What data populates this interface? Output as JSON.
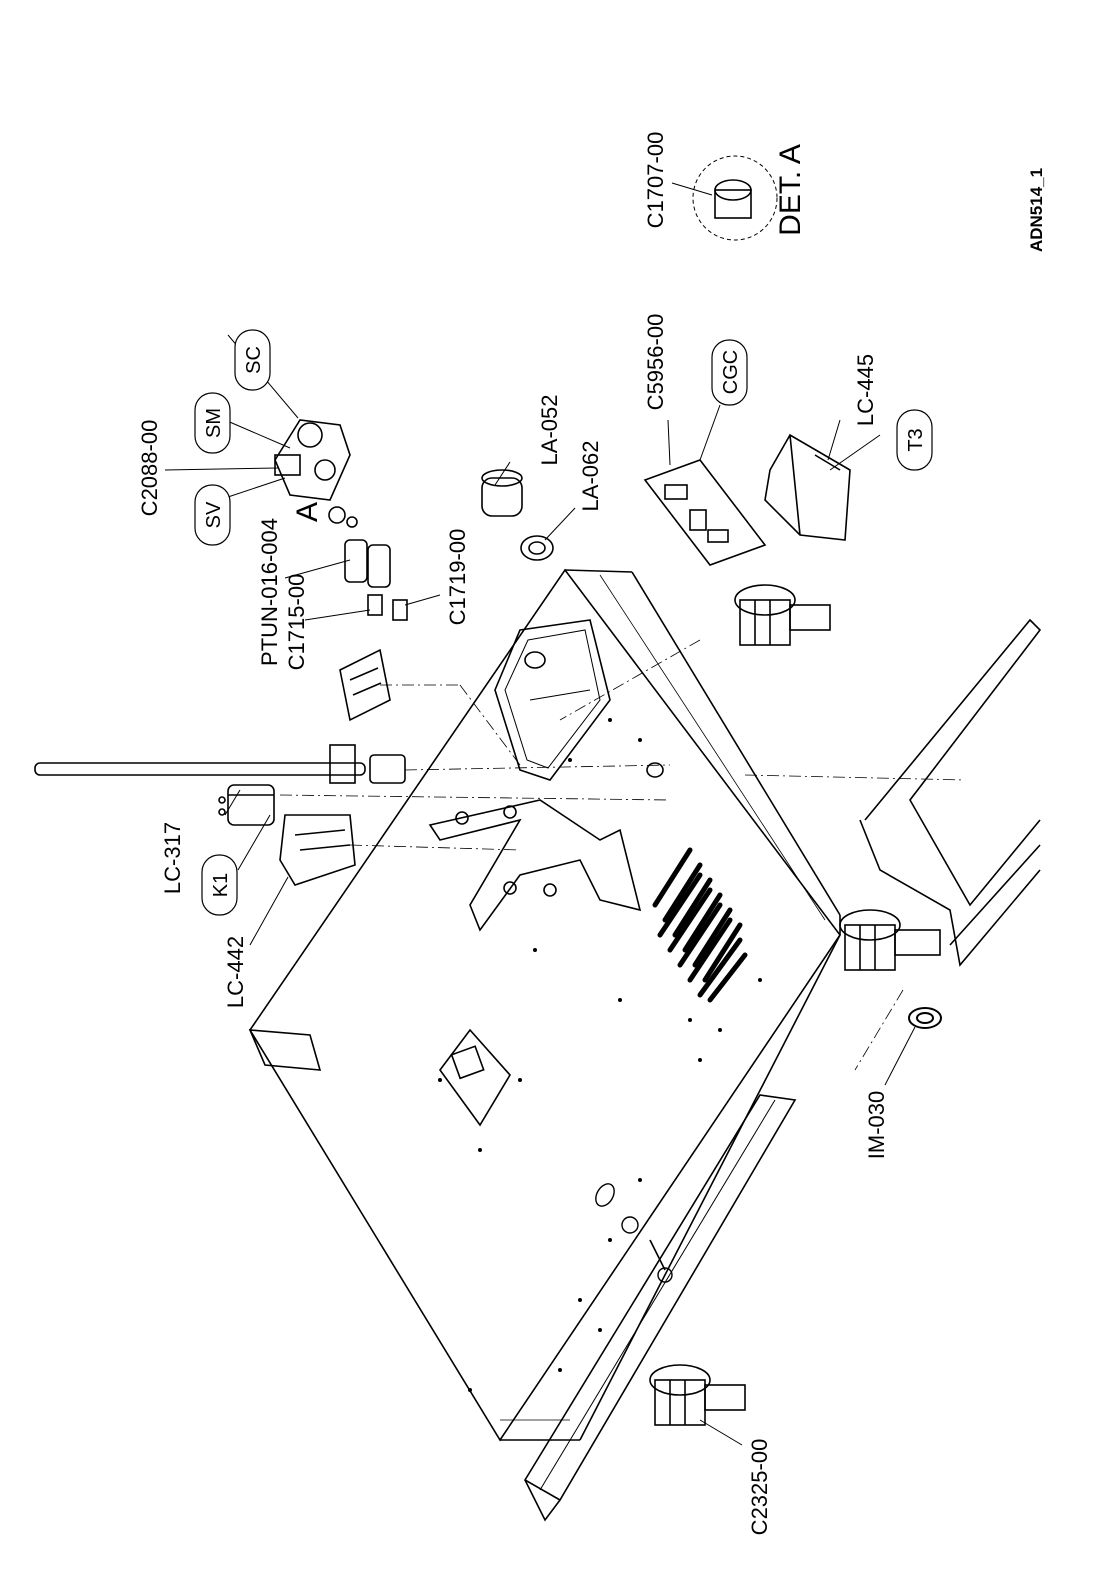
{
  "drawing": {
    "code": "ADN514_1",
    "detail_title": "DET. A",
    "detail_marker": "A"
  },
  "part_labels": {
    "c1707": "C1707-00",
    "c5956": "C5956-00",
    "lc445": "LC-445",
    "la052": "LA-052",
    "la062": "LA-062",
    "c2088": "C2088-00",
    "ptun": "PTUN-016-004",
    "c1715": "C1715-00",
    "c1719": "C1719-00",
    "lc317": "LC-317",
    "lc442": "LC-442",
    "im030": "IM-030",
    "c2325": "C2325-00"
  },
  "bubble_labels": {
    "sc": "SC",
    "sm": "SM",
    "sv": "SV",
    "cgc": "CGC",
    "t3": "T3",
    "k1": "K1"
  }
}
